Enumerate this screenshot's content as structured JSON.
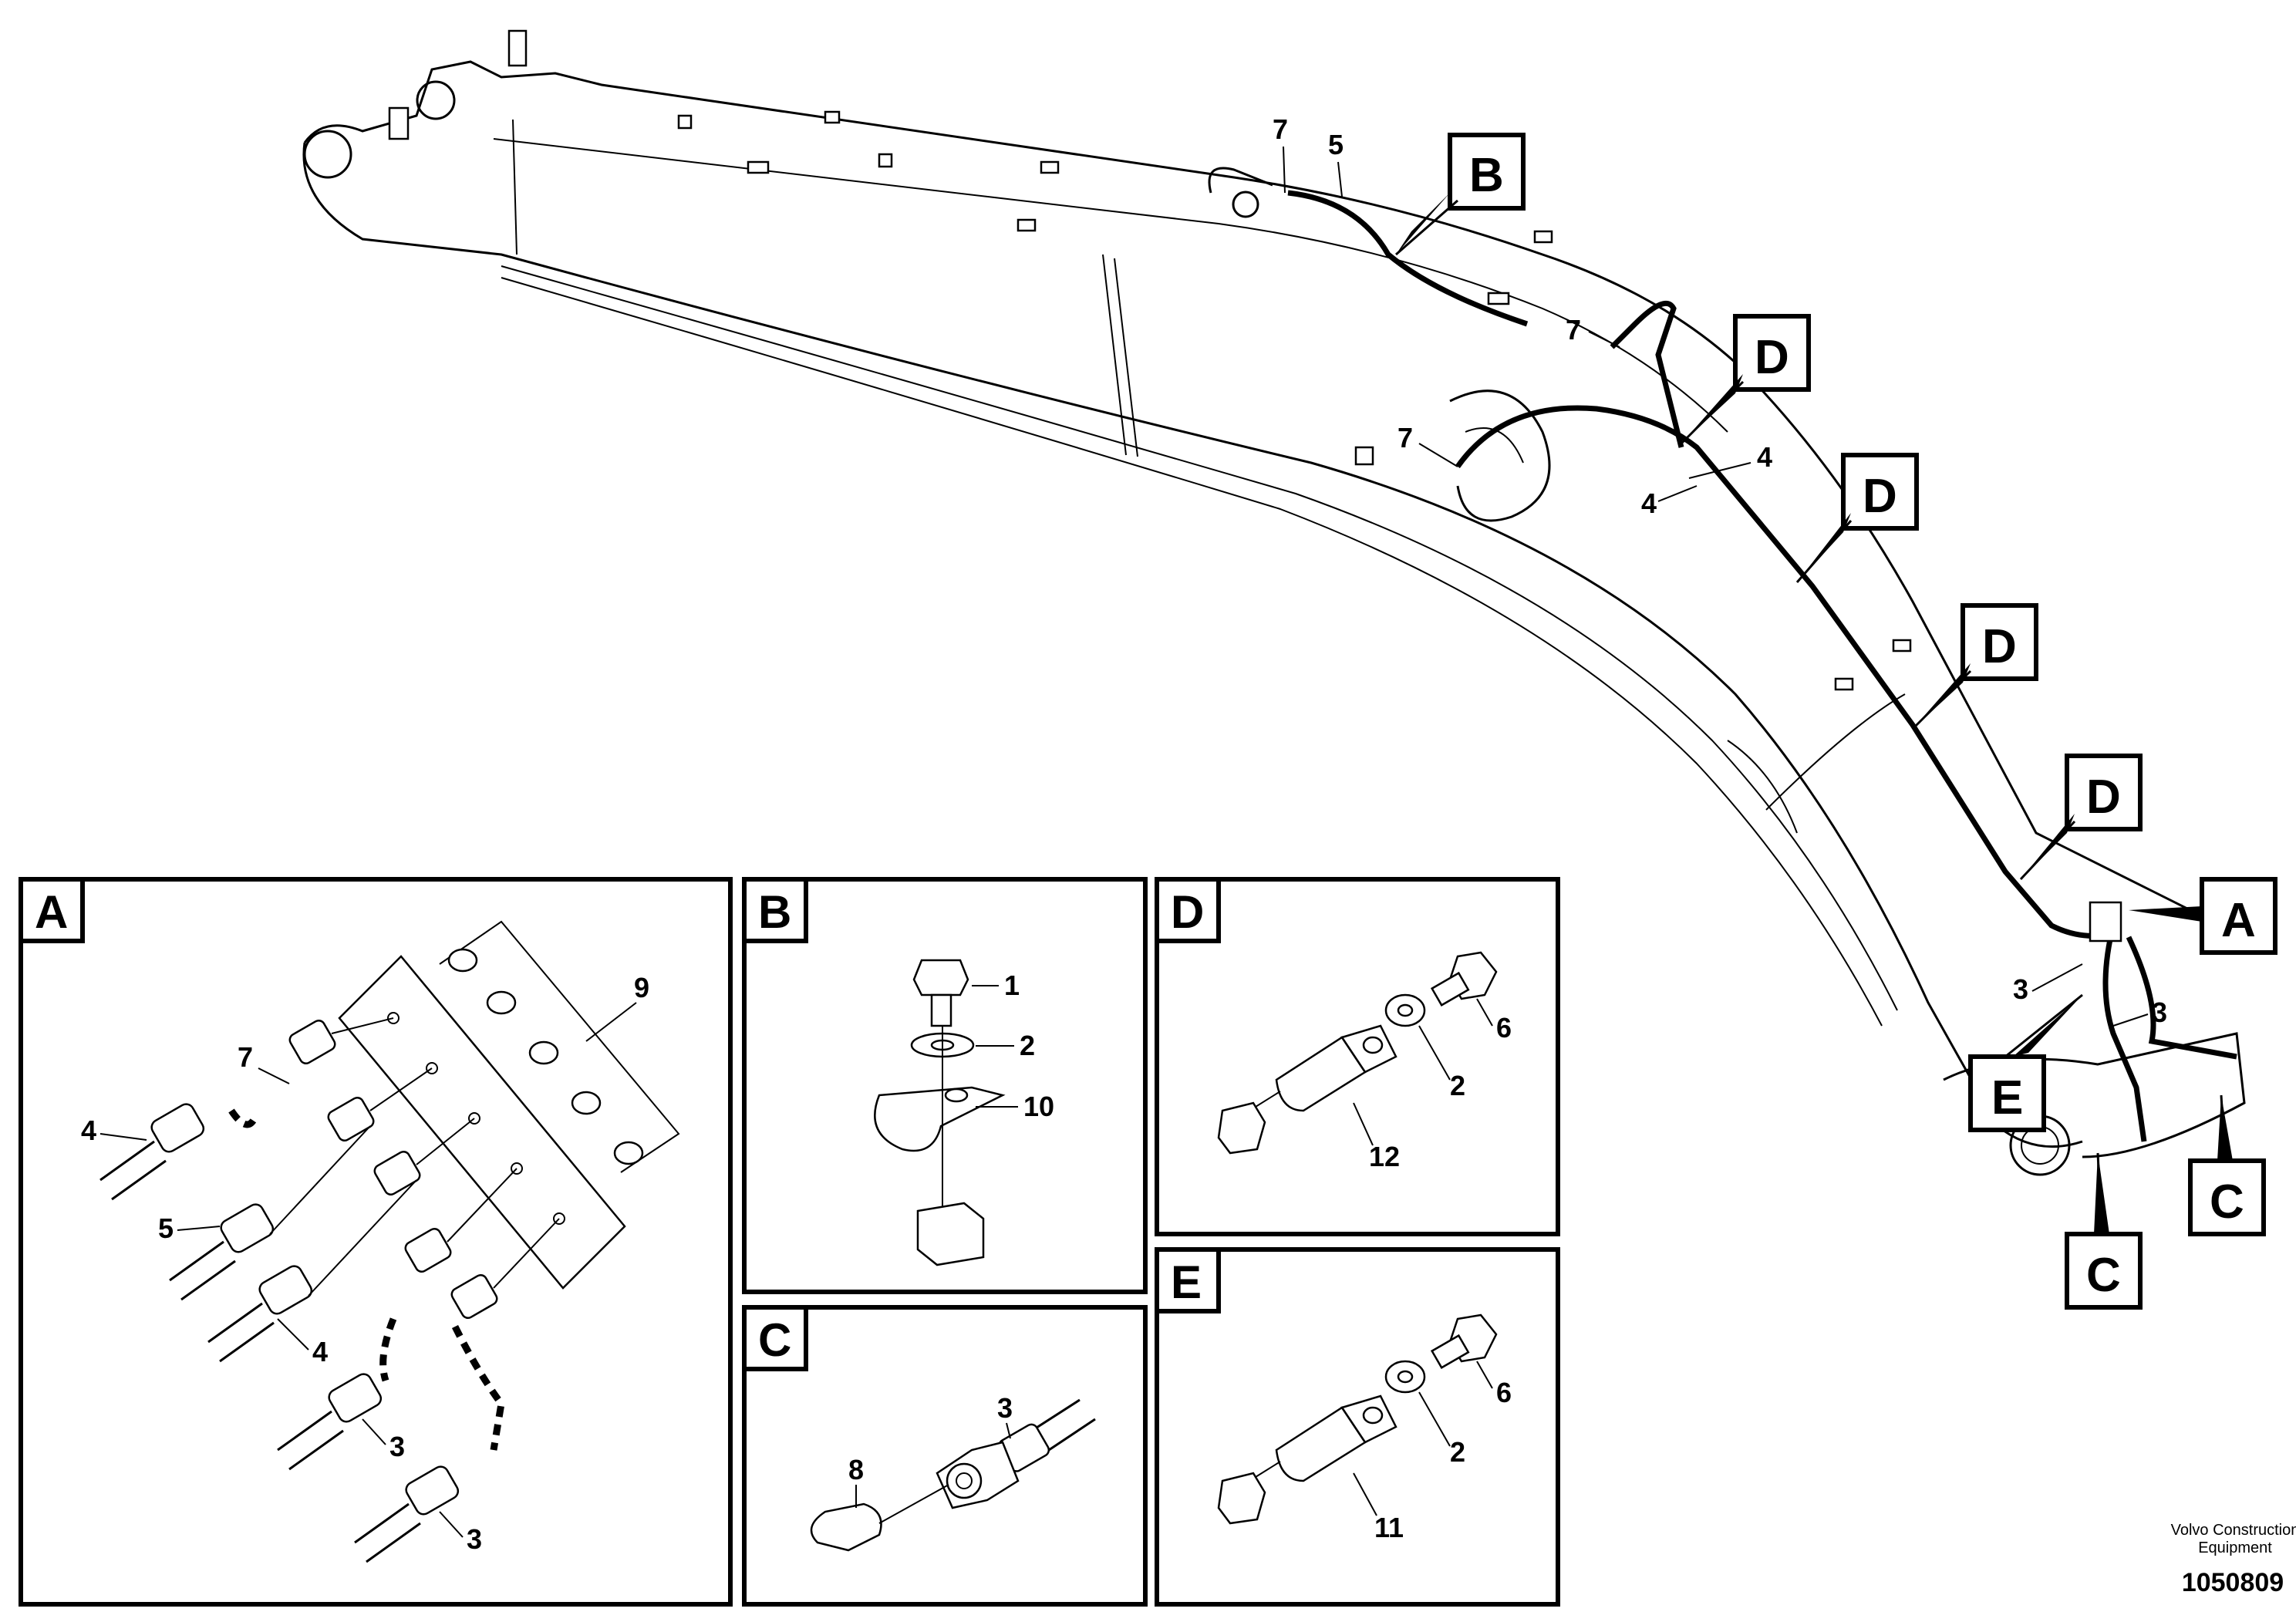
{
  "callouts": {
    "B": "B",
    "D": "D",
    "A": "A",
    "C": "C",
    "E": "E"
  },
  "main_numbers": {
    "n7a": "7",
    "n5": "5",
    "n7b": "7",
    "n7c": "7",
    "n4a": "4",
    "n4b": "4",
    "n3a": "3",
    "n3b": "3"
  },
  "panels": {
    "A": {
      "label": "A",
      "numbers": {
        "n9": "9",
        "n7": "7",
        "n4a": "4",
        "n5": "5",
        "n4b": "4",
        "n3a": "3",
        "n3b": "3"
      }
    },
    "B": {
      "label": "B",
      "numbers": {
        "n1": "1",
        "n2": "2",
        "n10": "10"
      }
    },
    "C": {
      "label": "C",
      "numbers": {
        "n3": "3",
        "n8": "8"
      }
    },
    "D": {
      "label": "D",
      "numbers": {
        "n6": "6",
        "n2": "2",
        "n12": "12"
      }
    },
    "E": {
      "label": "E",
      "numbers": {
        "n6": "6",
        "n2": "2",
        "n11": "11"
      }
    }
  },
  "footer": {
    "brand_line1": "Volvo Construction",
    "brand_line2": "Equipment",
    "drawing_number": "1050809"
  }
}
